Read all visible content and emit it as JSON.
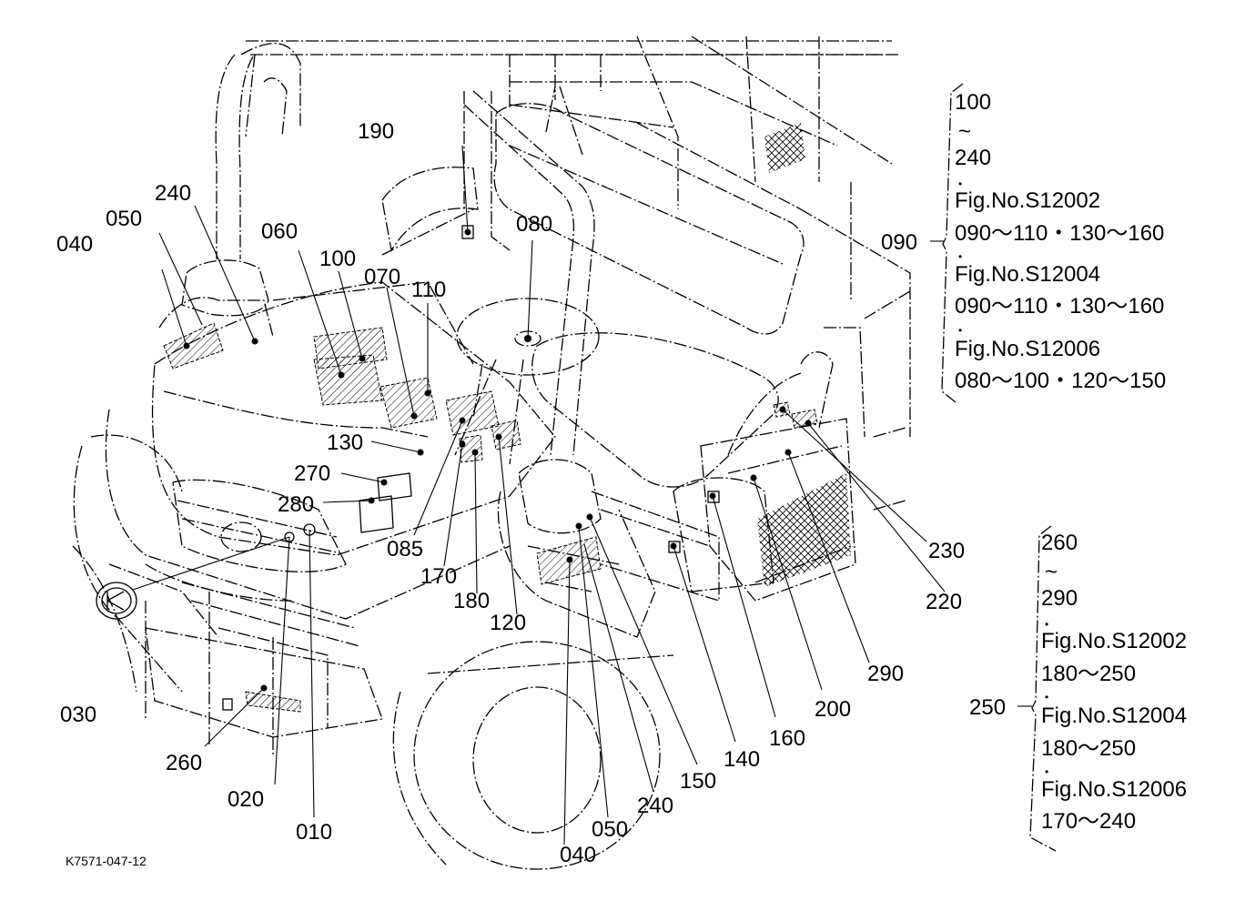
{
  "figure_code": "K7571-047-12",
  "callouts": {
    "c010": "010",
    "c020": "020",
    "c030": "030",
    "c040a": "040",
    "c040b": "040",
    "c050a": "050",
    "c050b": "050",
    "c060": "060",
    "c070": "070",
    "c080": "080",
    "c085": "085",
    "c100": "100",
    "c110": "110",
    "c120": "120",
    "c130": "130",
    "c140": "140",
    "c150": "150",
    "c160": "160",
    "c170": "170",
    "c180": "180",
    "c190": "190",
    "c200": "200",
    "c220": "220",
    "c230": "230",
    "c240a": "240",
    "c240b": "240",
    "c260": "260",
    "c270": "270",
    "c280": "280",
    "c290": "290"
  },
  "ref_090": {
    "label": "090",
    "lines": [
      "100",
      "~",
      "240",
      "•",
      "Fig.No.S12002",
      "090～110・130～160",
      "•",
      "Fig.No.S12004",
      "090～110・130～160",
      "•",
      "Fig.No.S12006",
      "080～100・120～150"
    ]
  },
  "ref_250": {
    "label": "250",
    "lines": [
      "260",
      "~",
      "290",
      "•",
      "Fig.No.S12002",
      "180～250",
      "•",
      "Fig.No.S12004",
      "180～250",
      "•",
      "Fig.No.S12006",
      "170～240"
    ]
  }
}
